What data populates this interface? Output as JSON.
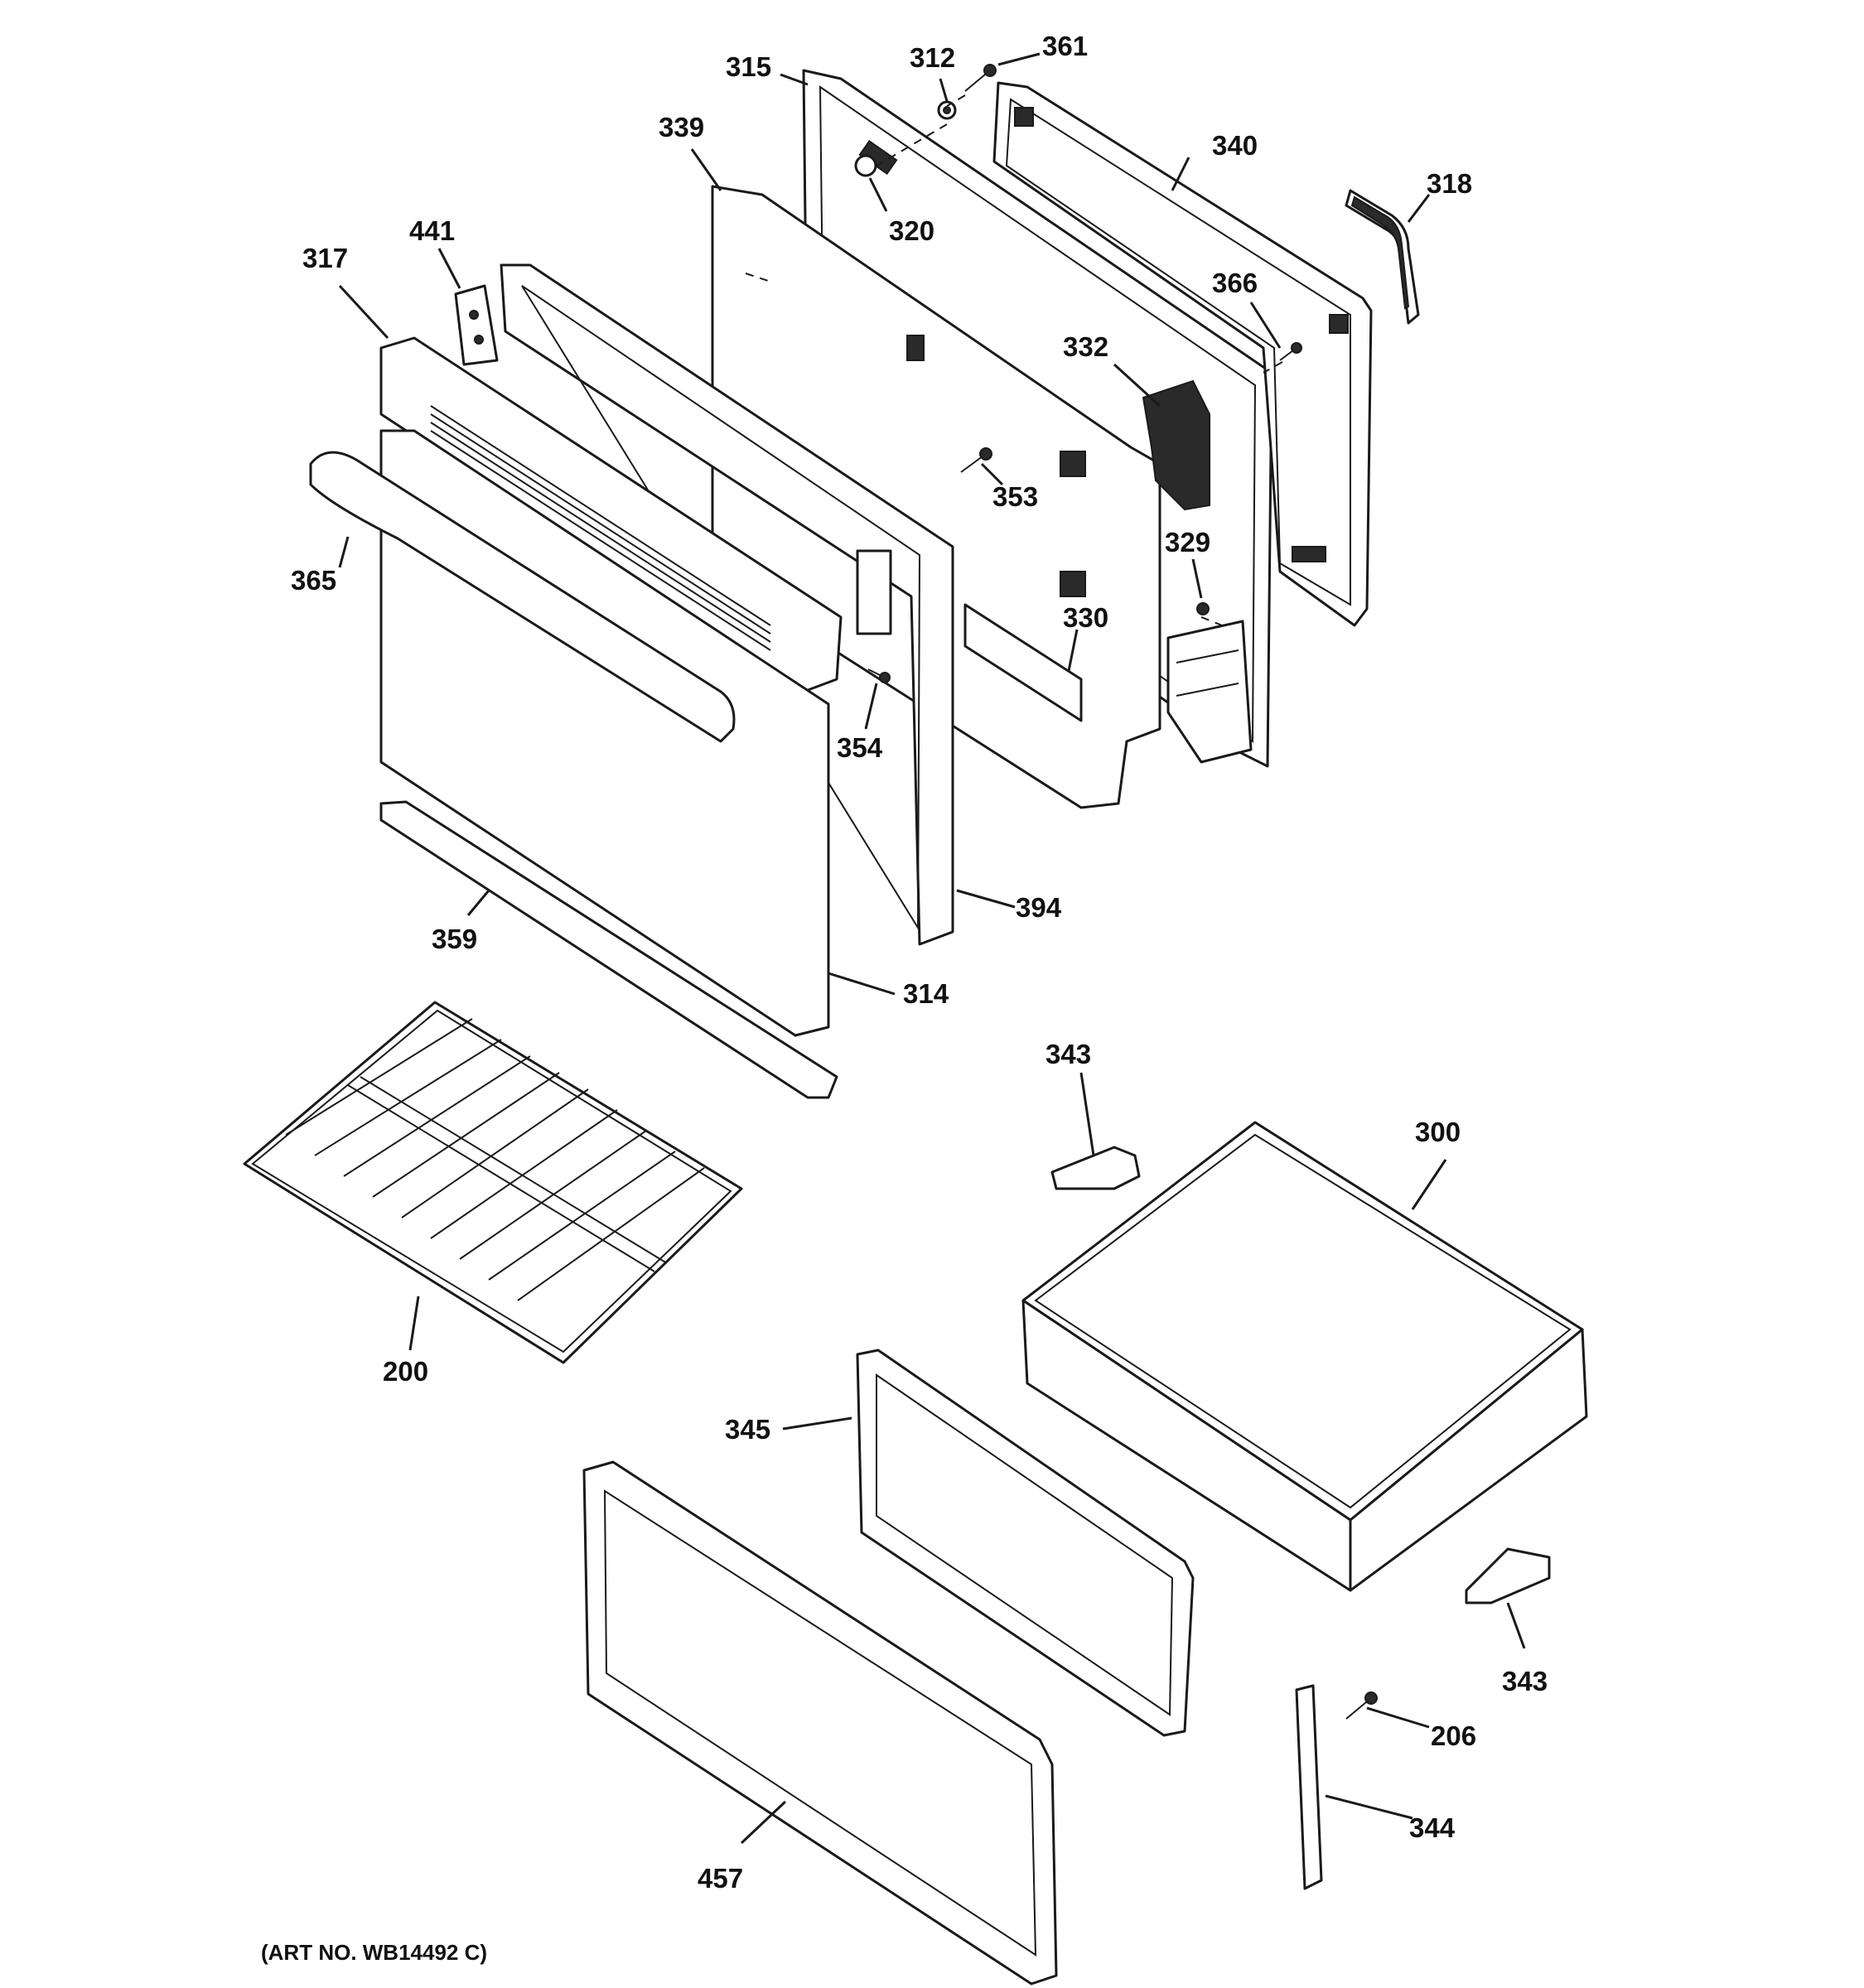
{
  "art_number": "(ART NO. WB14492 C)",
  "callouts": {
    "p315": "315",
    "p312": "312",
    "p361": "361",
    "p339": "339",
    "p340": "340",
    "p318": "318",
    "p441": "441",
    "p317": "317",
    "p320": "320",
    "p366": "366",
    "p332": "332",
    "p353": "353",
    "p329": "329",
    "p365": "365",
    "p330": "330",
    "p354": "354",
    "p394": "394",
    "p359": "359",
    "p314": "314",
    "p343a": "343",
    "p300": "300",
    "p200": "200",
    "p345": "345",
    "p343b": "343",
    "p206": "206",
    "p344": "344",
    "p457": "457"
  }
}
